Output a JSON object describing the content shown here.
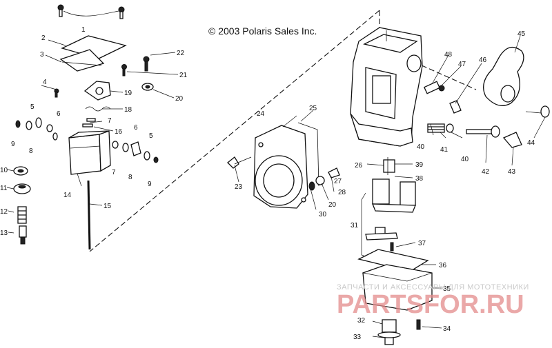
{
  "copyright": "© 2003 Polaris Sales Inc.",
  "watermark": {
    "tagline": "ЗАПЧАСТИ И АКСЕССУАРЫ ДЛЯ МОТОТЕХНИКИ",
    "brand": "PARTSFOR.RU"
  },
  "callouts": [
    {
      "id": "c1",
      "text": "1"
    },
    {
      "id": "c2",
      "text": "2"
    },
    {
      "id": "c3",
      "text": "3"
    },
    {
      "id": "c4",
      "text": "4"
    },
    {
      "id": "c5a",
      "text": "5"
    },
    {
      "id": "c5b",
      "text": "5"
    },
    {
      "id": "c6a",
      "text": "6"
    },
    {
      "id": "c6b",
      "text": "6"
    },
    {
      "id": "c7a",
      "text": "7"
    },
    {
      "id": "c7b",
      "text": "7"
    },
    {
      "id": "c8a",
      "text": "8"
    },
    {
      "id": "c8b",
      "text": "8"
    },
    {
      "id": "c9a",
      "text": "9"
    },
    {
      "id": "c9b",
      "text": "9"
    },
    {
      "id": "c10",
      "text": "10"
    },
    {
      "id": "c11",
      "text": "11"
    },
    {
      "id": "c12",
      "text": "12"
    },
    {
      "id": "c13",
      "text": "13"
    },
    {
      "id": "c14",
      "text": "14"
    },
    {
      "id": "c15",
      "text": "15"
    },
    {
      "id": "c16",
      "text": "16"
    },
    {
      "id": "c18",
      "text": "18"
    },
    {
      "id": "c19",
      "text": "19"
    },
    {
      "id": "c20a",
      "text": "20"
    },
    {
      "id": "c20b",
      "text": "20"
    },
    {
      "id": "c21",
      "text": "21"
    },
    {
      "id": "c22",
      "text": "22"
    },
    {
      "id": "c23",
      "text": "23"
    },
    {
      "id": "c24",
      "text": "24"
    },
    {
      "id": "c25",
      "text": "25"
    },
    {
      "id": "c26",
      "text": "26"
    },
    {
      "id": "c27",
      "text": "27"
    },
    {
      "id": "c28",
      "text": "28"
    },
    {
      "id": "c30",
      "text": "30"
    },
    {
      "id": "c31",
      "text": "31"
    },
    {
      "id": "c32",
      "text": "32"
    },
    {
      "id": "c33",
      "text": "33"
    },
    {
      "id": "c34",
      "text": "34"
    },
    {
      "id": "c35",
      "text": "35"
    },
    {
      "id": "c36",
      "text": "36"
    },
    {
      "id": "c37",
      "text": "37"
    },
    {
      "id": "c38",
      "text": "38"
    },
    {
      "id": "c39",
      "text": "39"
    },
    {
      "id": "c40a",
      "text": "40"
    },
    {
      "id": "c40b",
      "text": "40"
    },
    {
      "id": "c41",
      "text": "41"
    },
    {
      "id": "c42",
      "text": "42"
    },
    {
      "id": "c43",
      "text": "43"
    },
    {
      "id": "c44",
      "text": "44"
    },
    {
      "id": "c45",
      "text": "45"
    },
    {
      "id": "c46",
      "text": "46"
    },
    {
      "id": "c47",
      "text": "47"
    },
    {
      "id": "c48",
      "text": "48"
    }
  ]
}
